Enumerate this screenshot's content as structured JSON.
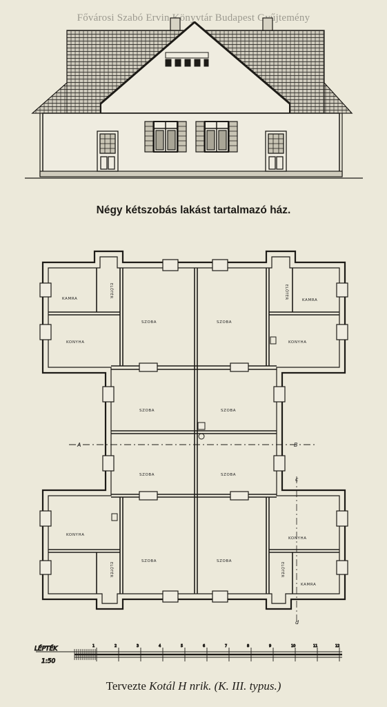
{
  "watermark": "Fővárosi Szabó Ervin Könyvtár Budapest Gyűjtemény",
  "elevation_caption": "Négy kétszobás lakást tartalmazó ház.",
  "designer_caption": {
    "prefix": "Tervezte ",
    "name": "Kotál H nrik.",
    "type": "(K. III. typus.)"
  },
  "section_marks": {
    "a": "A",
    "b": "B",
    "c": "c",
    "d": "d"
  },
  "rooms": {
    "kamra": "KAMRA",
    "konyha": "KONYHA",
    "szoba": "SZOBA",
    "eloter": "ELŐTÉR"
  },
  "scale": {
    "title": "LÉPTÉK",
    "ratio": "1:50",
    "ticks": [
      "1",
      "2",
      "3",
      "4",
      "5",
      "6",
      "7",
      "8",
      "9",
      "10",
      "11",
      "12"
    ]
  }
}
